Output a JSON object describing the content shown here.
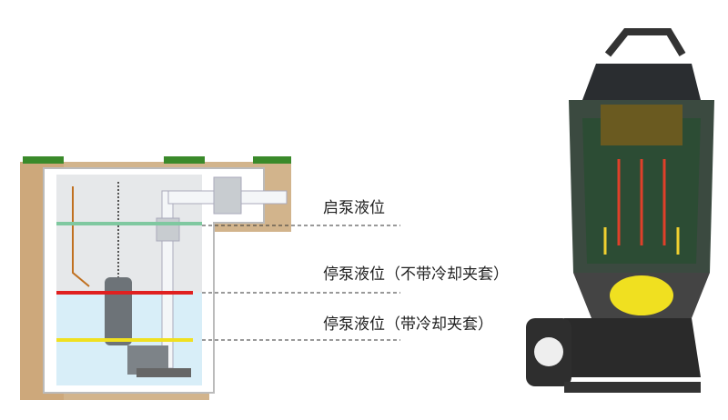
{
  "labels": {
    "start_level": "启泵液位",
    "stop_level_no_jacket": "停泵液位（不带冷却夹套）",
    "stop_level_with_jacket": "停泵液位（带冷却夹套）"
  },
  "colors": {
    "start_line": "#7fc8a0",
    "stop_no_jacket_line": "#e02020",
    "stop_with_jacket_line": "#f0e020",
    "water": "#d8eef8",
    "soil": "#c9a77a"
  }
}
